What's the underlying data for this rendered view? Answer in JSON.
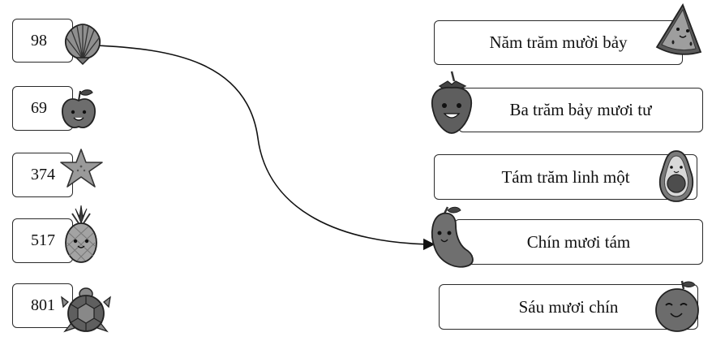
{
  "numbers": [
    {
      "text": "98",
      "icon": "shell-icon"
    },
    {
      "text": "69",
      "icon": "apple-icon"
    },
    {
      "text": "374",
      "icon": "starfish-icon"
    },
    {
      "text": "517",
      "icon": "pineapple-icon"
    },
    {
      "text": "801",
      "icon": "turtle-icon"
    }
  ],
  "words": [
    {
      "text": "Năm trăm mười bảy",
      "icon": "watermelon-slice-icon"
    },
    {
      "text": "Ba trăm bảy mươi tư",
      "icon": "strawberry-icon"
    },
    {
      "text": "Tám trăm linh một",
      "icon": "avocado-icon"
    },
    {
      "text": "Chín mươi tám",
      "icon": "mango-icon"
    },
    {
      "text": "Sáu mươi chín",
      "icon": "orange-icon"
    }
  ],
  "connection": {
    "from": "98",
    "to": "Chín mươi tám"
  }
}
